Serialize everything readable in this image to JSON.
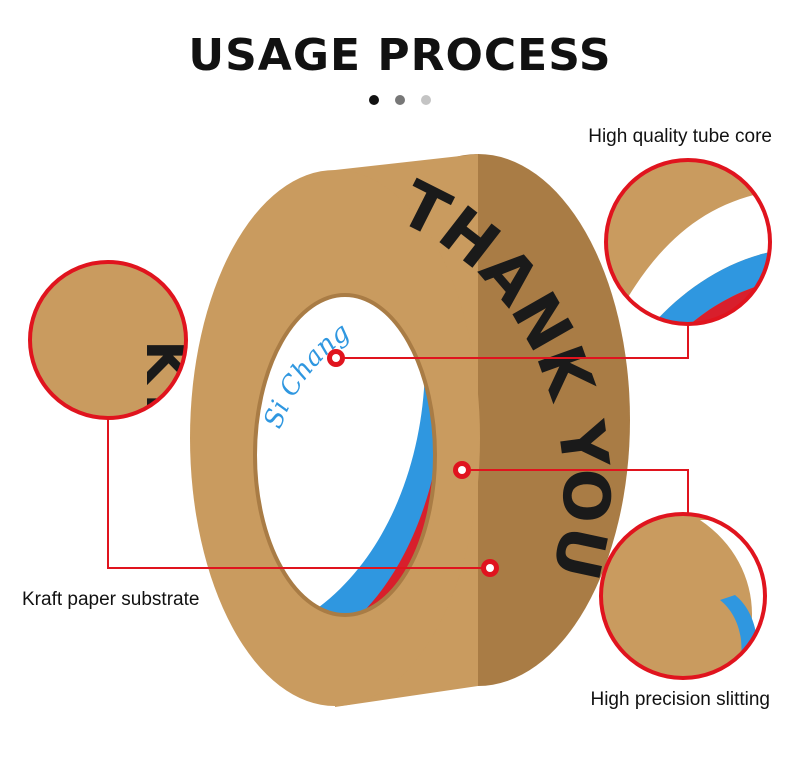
{
  "header": {
    "title": "USAGE PROCESS",
    "dots": [
      "#111111",
      "#777777",
      "#c4c4c4"
    ]
  },
  "product": {
    "print_text": "THANK YOU",
    "core_print": "Si Chang",
    "colors": {
      "kraft": "#c99b5f",
      "kraft_dark": "#a97c45",
      "core_blue": "#2f97e0",
      "core_red": "#d81f2c",
      "callout_red": "#e0141e"
    }
  },
  "callouts": {
    "core": {
      "label": "High quality tube core"
    },
    "kraft": {
      "label": "Kraft paper substrate"
    },
    "slitting": {
      "label": "High precision slitting"
    }
  }
}
